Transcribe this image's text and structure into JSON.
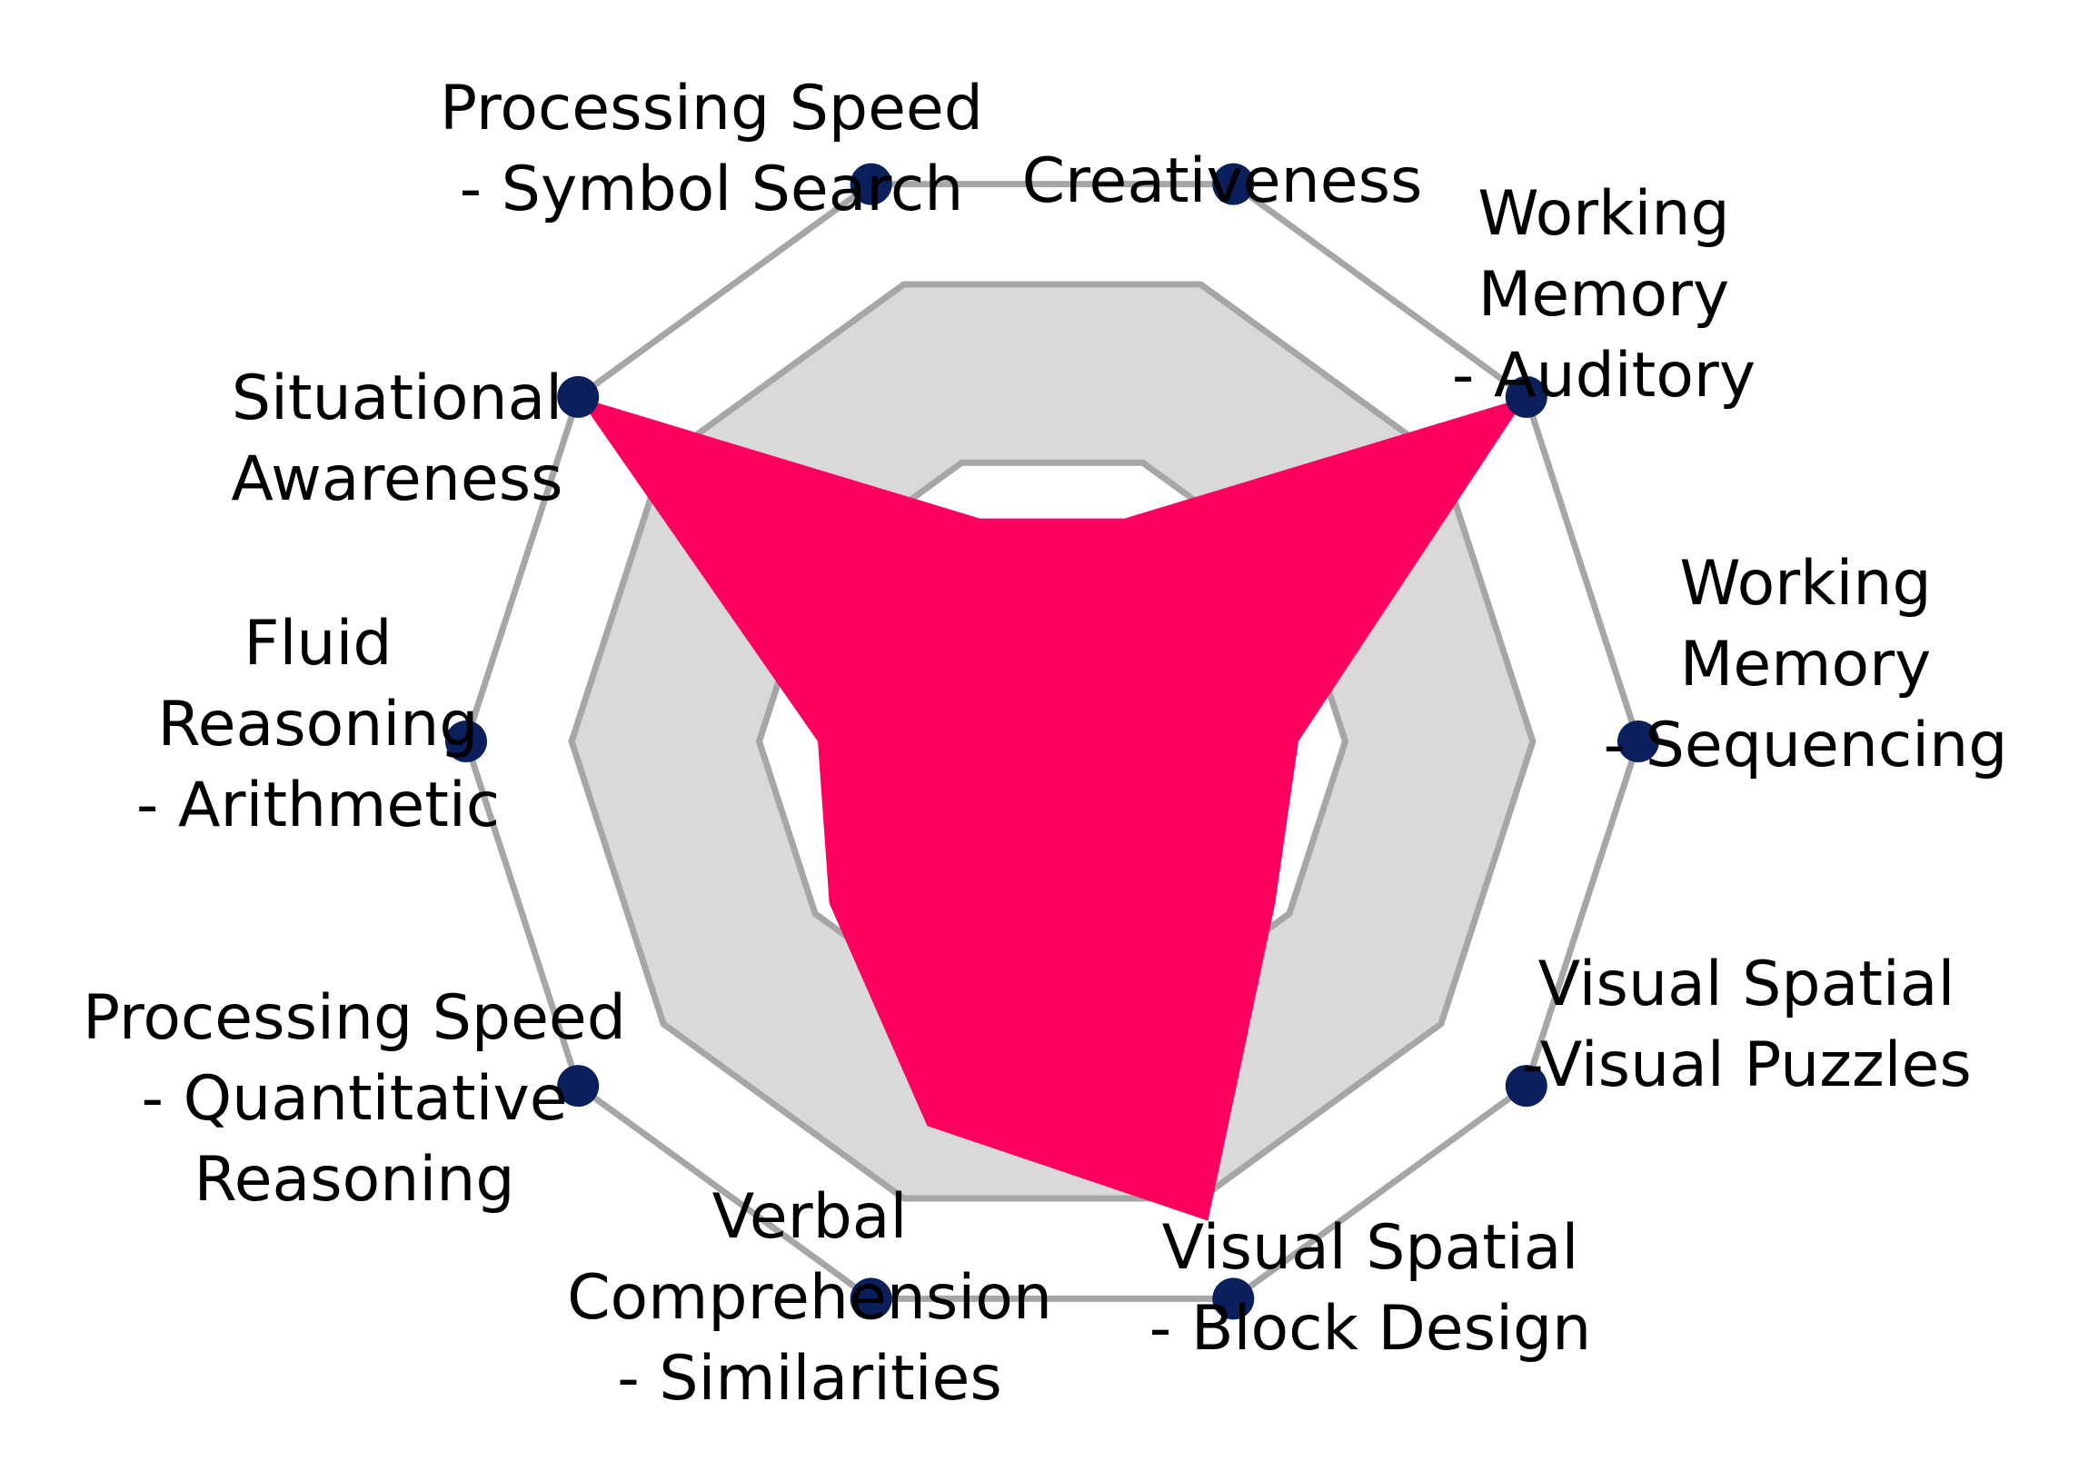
{
  "chart_data": {
    "type": "radar",
    "categories": [
      "Creativeness",
      "Working Memory - Auditory",
      "Working Memory - Sequencing",
      "Visual Spatial -Visual Puzzles",
      "Visual Spatial - Block Design",
      "Verbal Comprehension - Similarities",
      "Processing Speed - Quantitative Reasoning",
      "Fluid Reasoning - Arithmetic",
      "Situational Awareness",
      "Processing Speed - Symbol Search"
    ],
    "axis_labels": [
      [
        "Creativeness"
      ],
      [
        "Working",
        "Memory",
        "- Auditory"
      ],
      [
        "Working",
        "Memory",
        "- Sequencing"
      ],
      [
        "Visual Spatial",
        "-Visual Puzzles"
      ],
      [
        "Visual Spatial",
        "- Block Design"
      ],
      [
        "Verbal",
        "Comprehension",
        "- Similarities"
      ],
      [
        "Processing Speed",
        "- Quantitative",
        "Reasoning"
      ],
      [
        "Fluid",
        "Reasoning",
        "- Arithmetic"
      ],
      [
        "Situational",
        "Awareness"
      ],
      [
        "Processing Speed",
        "- Symbol Search"
      ]
    ],
    "series": [
      {
        "values": [
          0.4,
          1.0,
          0.42,
          0.47,
          0.86,
          0.69,
          0.47,
          0.4,
          1.0,
          0.4
        ]
      }
    ],
    "reference_band": {
      "inner": 0.5,
      "outer": 0.82
    },
    "range": [
      0,
      1
    ],
    "colors": {
      "series_fill": "#ff0060",
      "band_fill": "#d9d9d9",
      "band_stroke": "#a6a6a6",
      "outer_stroke": "#a6a6a6",
      "axis_dot": "#0a1f5c"
    },
    "grid": false,
    "legend": "none"
  }
}
